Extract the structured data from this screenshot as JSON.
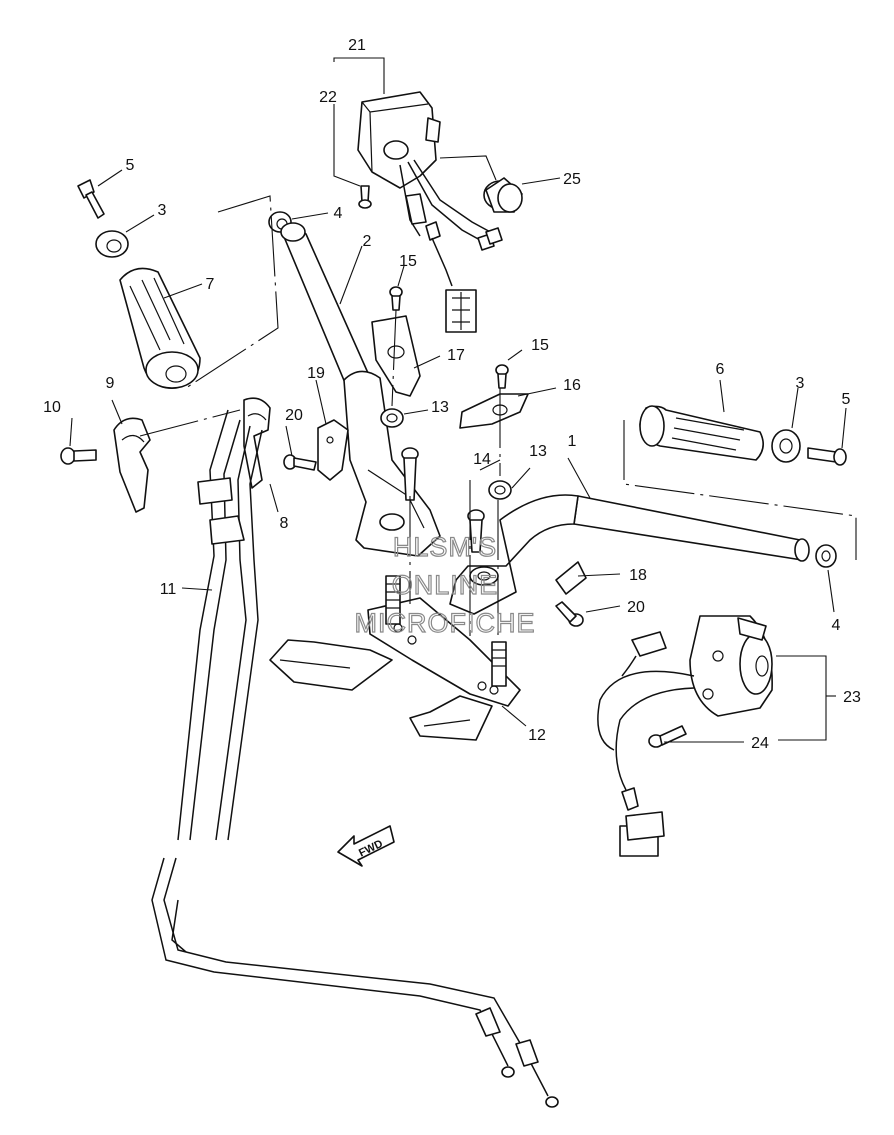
{
  "callouts": {
    "c1": "1",
    "c2": "2",
    "c3a": "3",
    "c3b": "3",
    "c4a": "4",
    "c4b": "4",
    "c5a": "5",
    "c5b": "5",
    "c6": "6",
    "c7": "7",
    "c8": "8",
    "c9": "9",
    "c10": "10",
    "c11": "11",
    "c12": "12",
    "c13a": "13",
    "c13b": "13",
    "c14": "14",
    "c15a": "15",
    "c15b": "15",
    "c16": "16",
    "c17": "17",
    "c18": "18",
    "c19": "19",
    "c20a": "20",
    "c20b": "20",
    "c21": "21",
    "c22": "22",
    "c23": "23",
    "c24": "24",
    "c25": "25"
  },
  "fwd_marker": "FWD",
  "watermark": {
    "line1": "HLSM'S",
    "line2": "ONLINE",
    "line3": "MICROFICHE"
  },
  "colors": {
    "ink": "#111111",
    "watermark": "#8a8a8a"
  }
}
